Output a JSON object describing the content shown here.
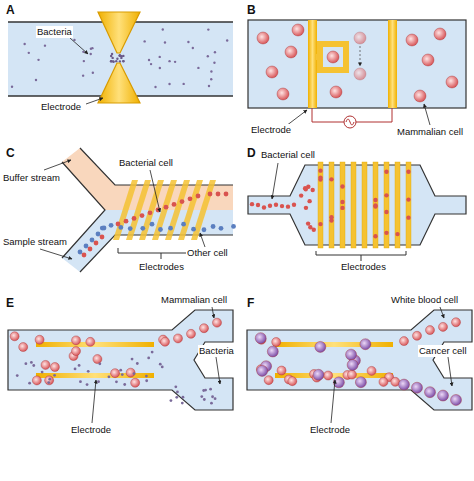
{
  "diagram": {
    "labels": [
      "A",
      "Bacteria",
      "Electrode",
      "B",
      "Electrode",
      "Mammalian cell",
      "C",
      "Buffer stream",
      "Bacterial cell",
      "Sample stream",
      "Electrodes",
      "Other cell",
      "D",
      "Bacterial cell",
      "Electrodes",
      "E",
      "Mammalian cell",
      "Bacteria",
      "Electrode",
      "F",
      "White blood cell",
      "Cancer cell",
      "Electrode"
    ]
  }
}
